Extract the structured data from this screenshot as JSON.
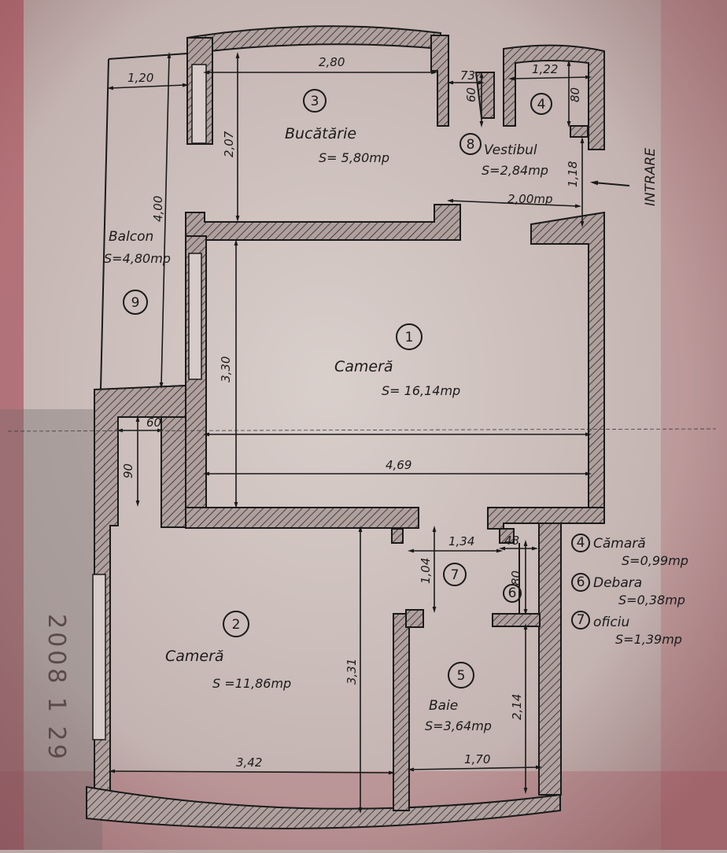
{
  "plan": {
    "rooms": [
      {
        "id": "1",
        "name": "Cameră",
        "area": "S= 16,14mp"
      },
      {
        "id": "2",
        "name": "Cameră",
        "area": "S =11,86mp"
      },
      {
        "id": "3",
        "name": "Bucătărie",
        "area": "S= 5,80mp"
      },
      {
        "id": "5",
        "name": "Baie",
        "area": "S=3,64mp"
      },
      {
        "id": "8",
        "name": "Vestibul",
        "area": "S=2,84mp"
      },
      {
        "id": "9",
        "name": "Balcon",
        "area": "S=4,80mp"
      }
    ],
    "small_rooms": [
      {
        "id": "4",
        "label": "4",
        "name": "Cămară",
        "area": "S=0,99mp"
      },
      {
        "id": "6",
        "label": "6",
        "name": "Debara",
        "area": "S=0,38mp"
      },
      {
        "id": "7",
        "label": "7",
        "name": "oficiu",
        "area": "S=1,39mp"
      }
    ],
    "dimensions": {
      "kitchen_width": "2,80",
      "balcony_width": "1,20",
      "small_a": "73",
      "small_b": "60",
      "pantry_width": "1,22",
      "pantry_depth": "80",
      "kitchen_depth": "2,07",
      "vestibule_depth": "1,18",
      "vestibule_width": "2,00mp",
      "balcony_length": "4,00",
      "room1_depth": "3,30",
      "room1_width": "4,69",
      "niche_w": "60",
      "niche_d": "90",
      "office_width": "1,34",
      "closet_width": "48",
      "office_depth": "1,04",
      "closet_depth": "80",
      "room2_depth": "3,31",
      "bath_depth": "2,14",
      "room2_width": "3,42",
      "bath_width": "1,70"
    },
    "entrance_label": "INTRARE",
    "stamp_text": "2008 1 29"
  }
}
